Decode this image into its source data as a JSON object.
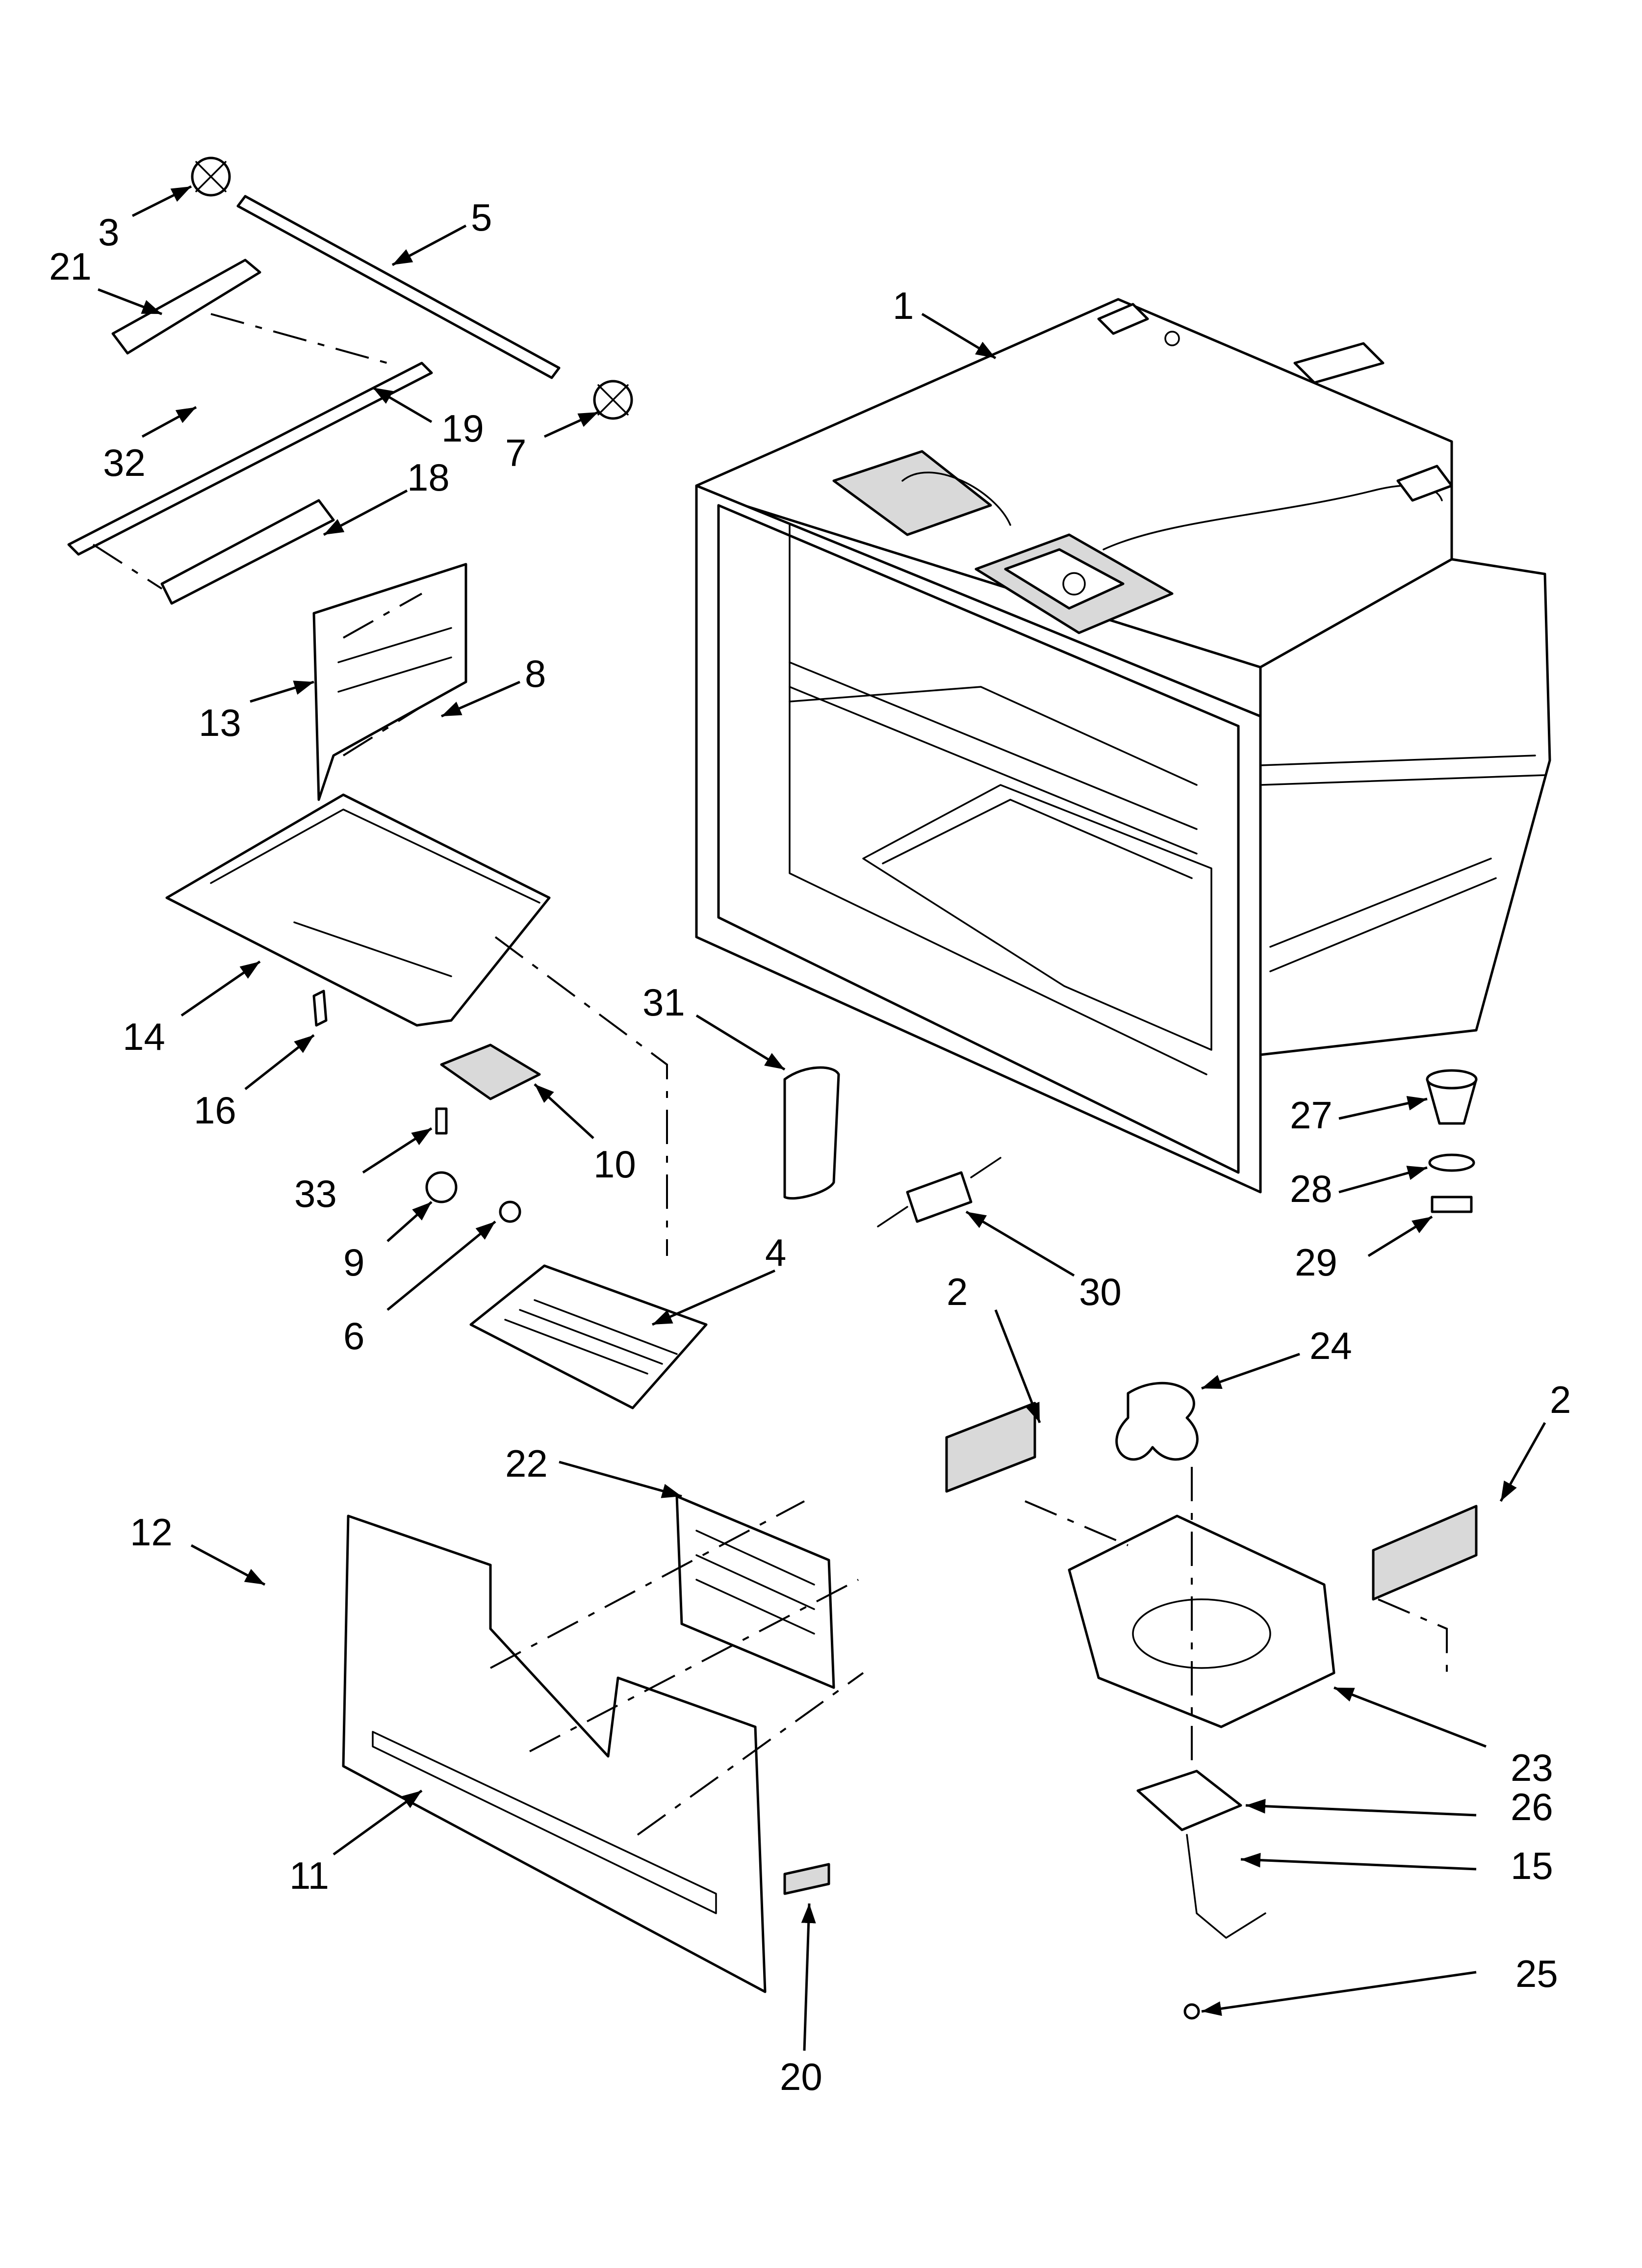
{
  "diagram": {
    "type": "exploded-parts-diagram",
    "callouts": [
      {
        "id": "c1",
        "number": "1"
      },
      {
        "id": "c2a",
        "number": "2"
      },
      {
        "id": "c2b",
        "number": "2"
      },
      {
        "id": "c3",
        "number": "3"
      },
      {
        "id": "c4",
        "number": "4"
      },
      {
        "id": "c5",
        "number": "5"
      },
      {
        "id": "c6",
        "number": "6"
      },
      {
        "id": "c7",
        "number": "7"
      },
      {
        "id": "c8",
        "number": "8"
      },
      {
        "id": "c9",
        "number": "9"
      },
      {
        "id": "c10",
        "number": "10"
      },
      {
        "id": "c11",
        "number": "11"
      },
      {
        "id": "c12",
        "number": "12"
      },
      {
        "id": "c13",
        "number": "13"
      },
      {
        "id": "c14",
        "number": "14"
      },
      {
        "id": "c15",
        "number": "15"
      },
      {
        "id": "c16",
        "number": "16"
      },
      {
        "id": "c18",
        "number": "18"
      },
      {
        "id": "c19",
        "number": "19"
      },
      {
        "id": "c20",
        "number": "20"
      },
      {
        "id": "c21",
        "number": "21"
      },
      {
        "id": "c22",
        "number": "22"
      },
      {
        "id": "c23",
        "number": "23"
      },
      {
        "id": "c24",
        "number": "24"
      },
      {
        "id": "c25",
        "number": "25"
      },
      {
        "id": "c26",
        "number": "26"
      },
      {
        "id": "c27",
        "number": "27"
      },
      {
        "id": "c28",
        "number": "28"
      },
      {
        "id": "c29",
        "number": "29"
      },
      {
        "id": "c30",
        "number": "30"
      },
      {
        "id": "c31",
        "number": "31"
      },
      {
        "id": "c32",
        "number": "32"
      },
      {
        "id": "c33",
        "number": "33"
      }
    ]
  }
}
